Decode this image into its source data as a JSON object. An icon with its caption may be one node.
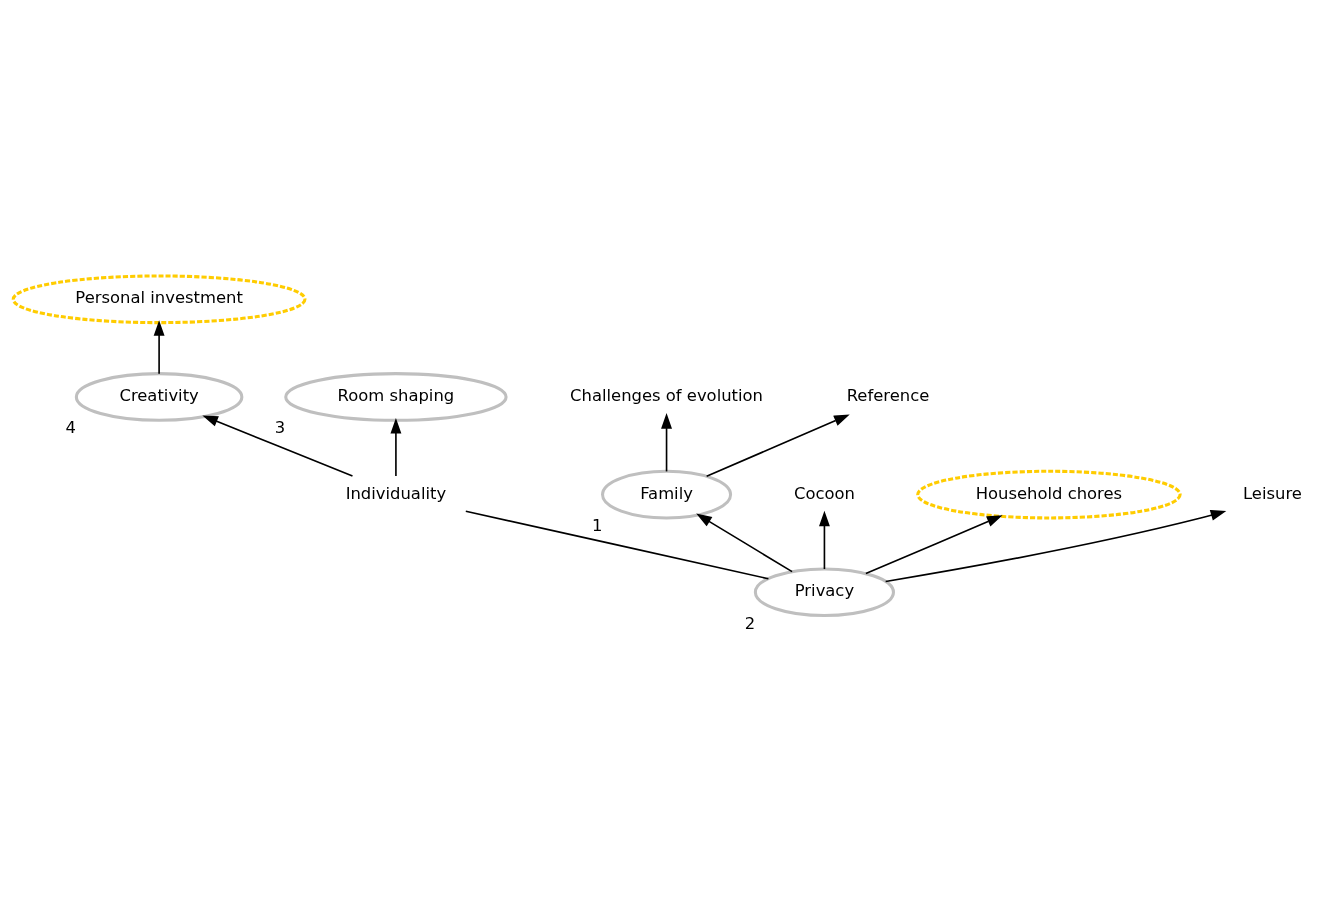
{
  "diagram": {
    "nodes": [
      {
        "text": [
          "Personal investment"
        ]
      },
      {
        "text": [
          "Creativity"
        ],
        "beside": [
          "4"
        ]
      },
      {
        "text": [
          "Challenges of evolution"
        ]
      },
      {
        "text": [
          "Room shaping"
        ],
        "beside": [
          "3"
        ]
      },
      {
        "text": [
          "Individuality"
        ]
      },
      {
        "text": [
          "Family"
        ],
        "beside": [
          "1"
        ]
      },
      {
        "text": [
          "Reference"
        ]
      },
      {
        "text": [
          "Privacy"
        ],
        "beside": [
          "2"
        ]
      },
      {
        "text": [
          "Cocoon"
        ]
      },
      {
        "text": [
          "Household chores"
        ]
      },
      {
        "text": [
          "Leisure"
        ]
      }
    ],
    "edges": [
      {
        "from": 1,
        "to": 0,
        "arrow": "to"
      },
      {
        "from": 4,
        "to": 1,
        "arrow": "to"
      },
      {
        "from": 4,
        "to": 3,
        "arrow": "to"
      },
      {
        "from": 7,
        "to": 4,
        "arrow": "none"
      },
      {
        "from": 7,
        "to": 5,
        "arrow": "to"
      },
      {
        "from": 5,
        "to": 2,
        "arrow": "to"
      },
      {
        "from": 5,
        "to": 6,
        "arrow": "to"
      },
      {
        "from": 7,
        "to": 8,
        "arrow": "to"
      },
      {
        "from": 7,
        "to": 10,
        "arrow": "to"
      },
      {
        "from": 7,
        "to": 9,
        "arrow": "to"
      }
    ]
  }
}
